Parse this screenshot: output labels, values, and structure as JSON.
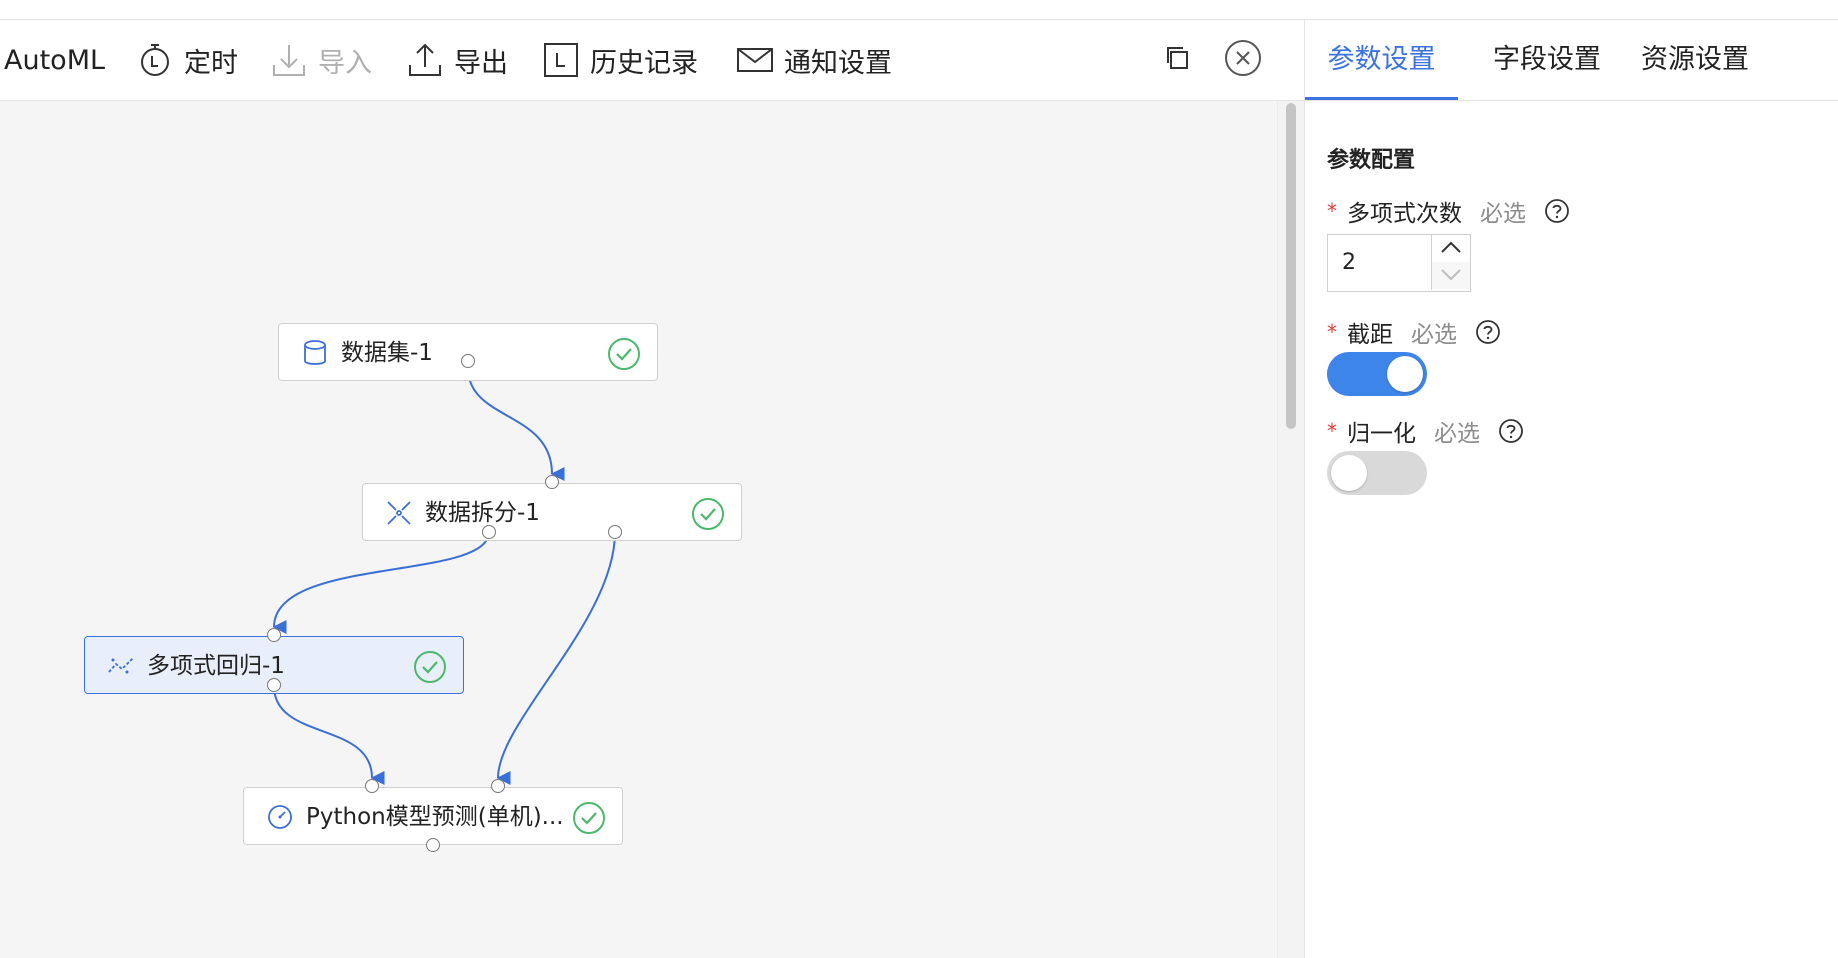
{
  "toolbar": {
    "title": "AutoML",
    "schedule": "定时",
    "import": "导入",
    "export": "导出",
    "history": "历史记录",
    "notify": "通知设置"
  },
  "canvas": {
    "nodes": [
      {
        "id": "dataset",
        "label": "数据集-1",
        "icon": "database-icon",
        "status": "success"
      },
      {
        "id": "split",
        "label": "数据拆分-1",
        "icon": "split-icon",
        "status": "success"
      },
      {
        "id": "polyreg",
        "label": "多项式回归-1",
        "icon": "regression-icon",
        "status": "success",
        "selected": true
      },
      {
        "id": "predict",
        "label": "Python模型预测(单机)...",
        "icon": "predict-icon",
        "status": "success"
      }
    ]
  },
  "panel": {
    "tabs": [
      "参数设置",
      "字段设置",
      "资源设置"
    ],
    "active_tab": 0,
    "section_title": "参数配置",
    "fields": {
      "degree": {
        "label": "多项式次数",
        "required_mark": "*",
        "optional_text": "必选",
        "value": "2"
      },
      "intercept": {
        "label": "截距",
        "required_mark": "*",
        "optional_text": "必选",
        "on": true
      },
      "normalize": {
        "label": "归一化",
        "required_mark": "*",
        "optional_text": "必选",
        "on": false
      }
    }
  },
  "colors": {
    "accent": "#3b73e0",
    "toggle_on": "#3d85e8",
    "success": "#4cb86b",
    "required": "#e23c3c"
  }
}
